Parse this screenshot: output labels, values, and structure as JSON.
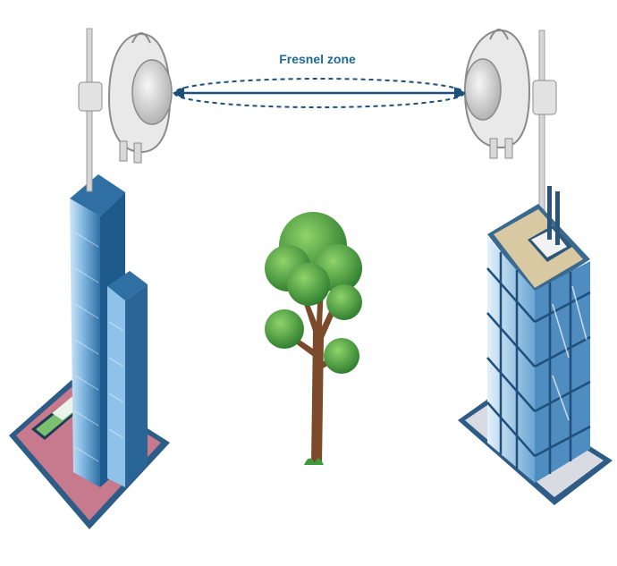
{
  "diagram": {
    "fresnel_label": "Fresnel zone",
    "colors": {
      "link_line": "#1d4f7a",
      "label": "#1e6a96",
      "left_tower_glass": "#5b9fcf",
      "left_plaza": "#c7798d",
      "right_tower_glass": "#6fa9d6",
      "right_plaza": "#d9dbe2",
      "tree_foliage": "#3f9a3c",
      "tree_trunk": "#7a4a2a"
    },
    "nodes": [
      {
        "id": "left-building",
        "icon": "office-tower-icon"
      },
      {
        "id": "left-antenna",
        "icon": "radio-dish-icon"
      },
      {
        "id": "tree",
        "icon": "tree-icon"
      },
      {
        "id": "right-antenna",
        "icon": "radio-dish-icon"
      },
      {
        "id": "right-building",
        "icon": "office-tower-icon"
      }
    ]
  }
}
